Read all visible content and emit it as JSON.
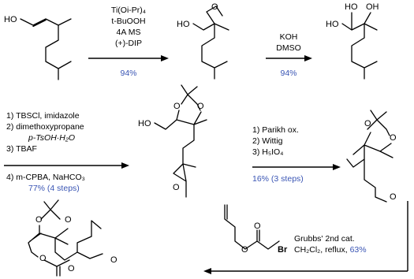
{
  "step1": {
    "lines": [
      "Ti(Oi-Pr)₄",
      "t-BuOOH",
      "4A MS",
      "(+)-DIP"
    ],
    "yield": "94%"
  },
  "step2": {
    "lines": [
      "KOH",
      "DMSO"
    ],
    "yield": "94%"
  },
  "step3": {
    "lines": [
      "1) TBSCl, imidazole",
      "2) dimethoxypropane",
      "p-TsOH·H₂O",
      "3) TBAF",
      "4) m-CPBA, NaHCO₃"
    ],
    "yield": "77% (4 steps)"
  },
  "step4": {
    "lines": [
      "1) Parikh ox.",
      "2) Wittig",
      "3) H₅IO₄"
    ],
    "yield": "16% (3 steps)"
  },
  "step5": {
    "lines": [
      "Grubbs' 2nd cat.",
      "CH₂Cl₂, reflux, "
    ],
    "yield": "63%"
  },
  "atoms": {
    "ho": "HO",
    "oh": "OH",
    "o": "O",
    "br": "Br"
  },
  "colors": {
    "yield": "#3a55b4",
    "ink": "#000000"
  }
}
